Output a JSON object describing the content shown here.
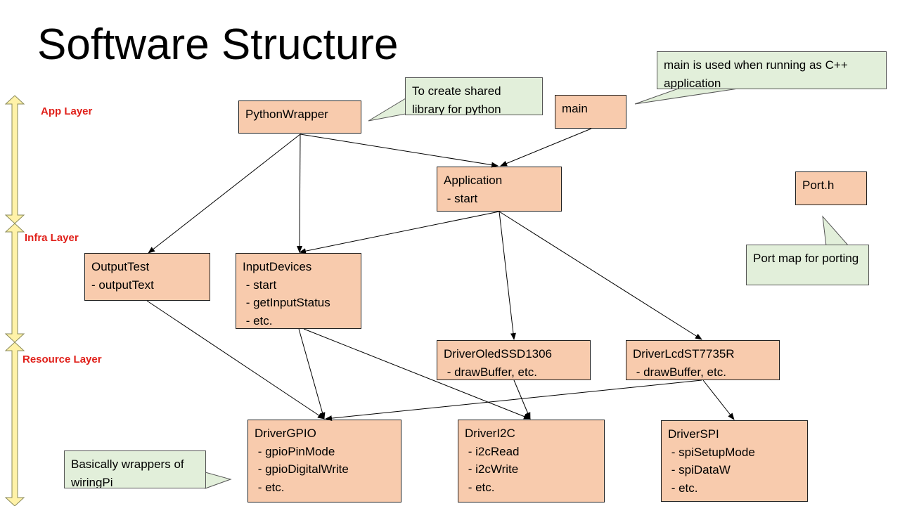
{
  "title": "Software Structure",
  "layers": {
    "app": "App Layer",
    "infra": "Infra Layer",
    "resource": "Resource Layer"
  },
  "boxes": {
    "python_wrapper": {
      "name": "PythonWrapper",
      "items": []
    },
    "main": {
      "name": "main",
      "items": []
    },
    "application": {
      "name": "Application",
      "items": [
        " - start"
      ]
    },
    "port_h": {
      "name": "Port.h",
      "items": []
    },
    "output_test": {
      "name": "OutputTest",
      "items": [
        "- outputText"
      ]
    },
    "input_devices": {
      "name": "InputDevices",
      "items": [
        " - start",
        " - getInputStatus",
        " - etc."
      ]
    },
    "driver_oled": {
      "name": "DriverOledSSD1306",
      "items": [
        " - drawBuffer, etc."
      ]
    },
    "driver_lcd": {
      "name": "DriverLcdST7735R",
      "items": [
        " - drawBuffer, etc."
      ]
    },
    "driver_gpio": {
      "name": "DriverGPIO",
      "items": [
        " - gpioPinMode",
        " - gpioDigitalWrite",
        " - etc."
      ]
    },
    "driver_i2c": {
      "name": "DriverI2C",
      "items": [
        " - i2cRead",
        " - i2cWrite",
        " - etc."
      ]
    },
    "driver_spi": {
      "name": "DriverSPI",
      "items": [
        " - spiSetupMode",
        " - spiDataW",
        " - etc."
      ]
    }
  },
  "notes": {
    "shared_library": "To create shared library for python",
    "main_usage": "main is used when running as C++ application",
    "port_map": "Port map for porting",
    "wiringpi": "Basically wrappers of wiringPi"
  },
  "colors": {
    "box_fill": "#f8cbad",
    "note_fill": "#e2efda",
    "layer_label": "#e0201a",
    "layer_arrow_fill": "#fff2a8"
  }
}
